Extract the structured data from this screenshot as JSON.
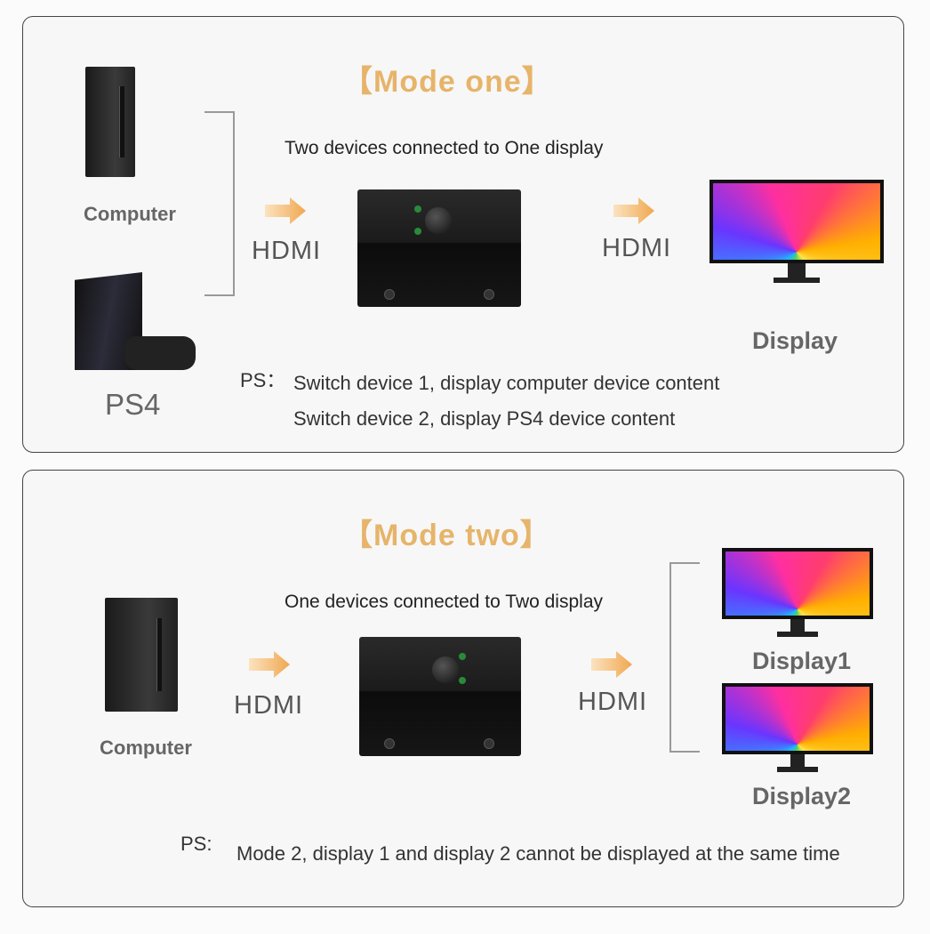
{
  "mode_one": {
    "title": "【Mode one】",
    "subtitle": "Two devices connected to One display",
    "computer_label": "Computer",
    "ps4_label": "PS4",
    "hdmi_in": "HDMI",
    "hdmi_out": "HDMI",
    "display_label": "Display",
    "ps_label": "PS：",
    "notes": [
      "Switch device 1, display computer device content",
      "Switch device 2, display PS4 device content"
    ]
  },
  "mode_two": {
    "title": "【Mode two】",
    "subtitle": "One devices connected to Two display",
    "computer_label": "Computer",
    "hdmi_in": "HDMI",
    "hdmi_out": "HDMI",
    "display1_label": "Display1",
    "display2_label": "Display2",
    "ps_label": "PS:",
    "note": "Mode 2, display 1 and display 2 cannot be displayed at the same time"
  },
  "colors": {
    "title": "#e6b46a",
    "arrow": "#f0b060"
  }
}
